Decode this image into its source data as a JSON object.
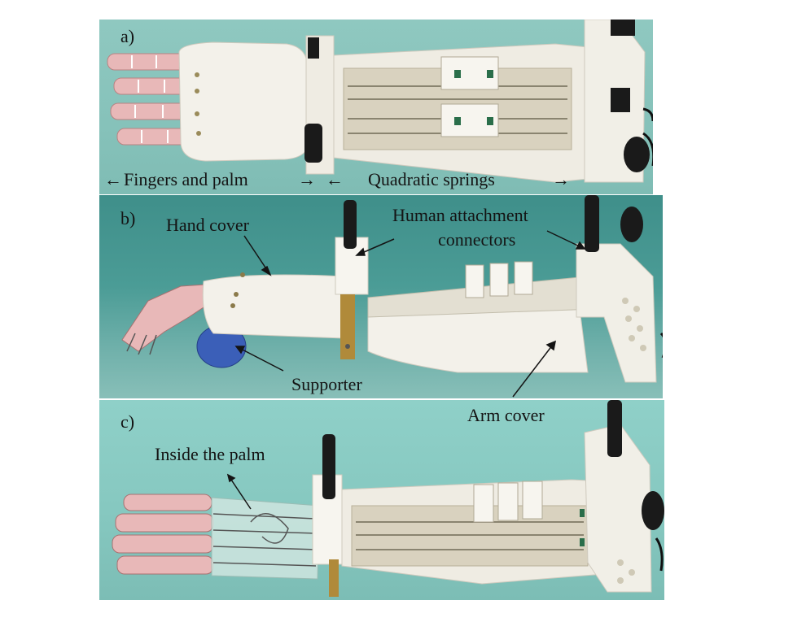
{
  "figure": {
    "panels": [
      {
        "tag": "a)",
        "labels": {
          "fingers_and_palm": "Fingers and palm",
          "quadratic_springs": "Quadratic springs"
        }
      },
      {
        "tag": "b)",
        "labels": {
          "hand_cover": "Hand cover",
          "human_attachment_line1": "Human attachment",
          "human_attachment_line2": "connectors",
          "supporter": "Supporter",
          "arm_cover": "Arm cover"
        }
      },
      {
        "tag": "c)",
        "labels": {
          "inside_the_palm": "Inside the palm"
        }
      }
    ],
    "colors": {
      "background_teal": "#86c2ba",
      "device_white": "#f3f1ea",
      "finger_pink": "#e8b8b8",
      "strap_black": "#1a1a1a",
      "supporter_blue": "#3b5fb8"
    }
  }
}
